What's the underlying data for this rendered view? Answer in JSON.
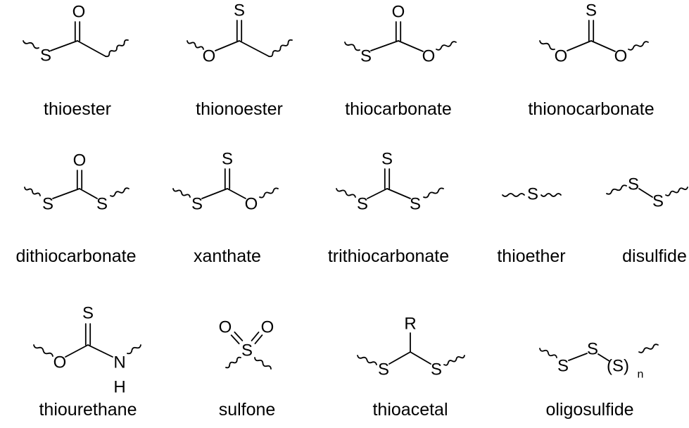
{
  "structures": [
    {
      "name": "thioester",
      "atoms": [
        "S",
        "O"
      ]
    },
    {
      "name": "thionoester",
      "atoms": [
        "O",
        "S"
      ]
    },
    {
      "name": "thiocarbonate",
      "atoms": [
        "S",
        "O",
        "O"
      ]
    },
    {
      "name": "thionocarbonate",
      "atoms": [
        "O",
        "S",
        "O"
      ]
    },
    {
      "name": "dithiocarbonate",
      "atoms": [
        "S",
        "O",
        "S"
      ]
    },
    {
      "name": "xanthate",
      "atoms": [
        "S",
        "S",
        "O"
      ]
    },
    {
      "name": "trithiocarbonate",
      "atoms": [
        "S",
        "S",
        "S"
      ]
    },
    {
      "name": "thioether",
      "atoms": [
        "S"
      ]
    },
    {
      "name": "disulfide",
      "atoms": [
        "S",
        "S"
      ]
    },
    {
      "name": "thiourethane",
      "atoms": [
        "O",
        "S",
        "N",
        "H"
      ]
    },
    {
      "name": "sulfone",
      "atoms": [
        "S",
        "O",
        "O"
      ]
    },
    {
      "name": "thioacetal",
      "atoms": [
        "R",
        "S",
        "S"
      ]
    },
    {
      "name": "oligosulfide",
      "atoms": [
        "S",
        "S",
        "(S)",
        "n"
      ]
    }
  ]
}
